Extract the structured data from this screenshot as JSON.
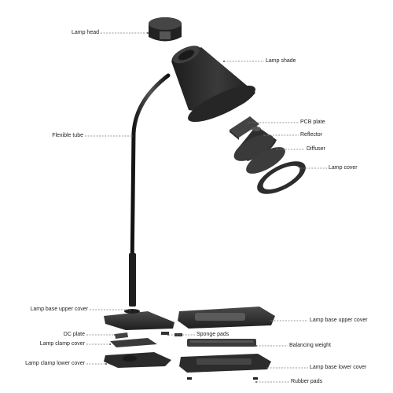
{
  "labels": {
    "lamp_head": "Lamp head",
    "lamp_shade": "Lamp shade",
    "pcb_plate": "PCB plate",
    "reflector": "Reflector",
    "diffuser": "Diffuser",
    "lamp_cover": "Lamp cover",
    "flexible_tube": "Flexible tube",
    "lamp_base_upper_cover_left": "Lamp base upper cover",
    "lamp_base_upper_cover_right": "Lamp base upper cover",
    "dc_plate": "DC plate",
    "sponge_pads": "Sponge pads",
    "lamp_clamp_cover": "Lamp clamp cover",
    "balancing_weight": "Balancing weight",
    "lamp_clamp_lower_cover": "Lamp clamp lower cover",
    "lamp_base_lower_cover": "Lamp base lower cover",
    "rubber_pads": "Rubber pads"
  },
  "colors": {
    "part_dark": "#2a2a2a",
    "part_mid": "#3c3c3c",
    "part_light": "#5a5a5a",
    "leader_line": "#777777"
  }
}
